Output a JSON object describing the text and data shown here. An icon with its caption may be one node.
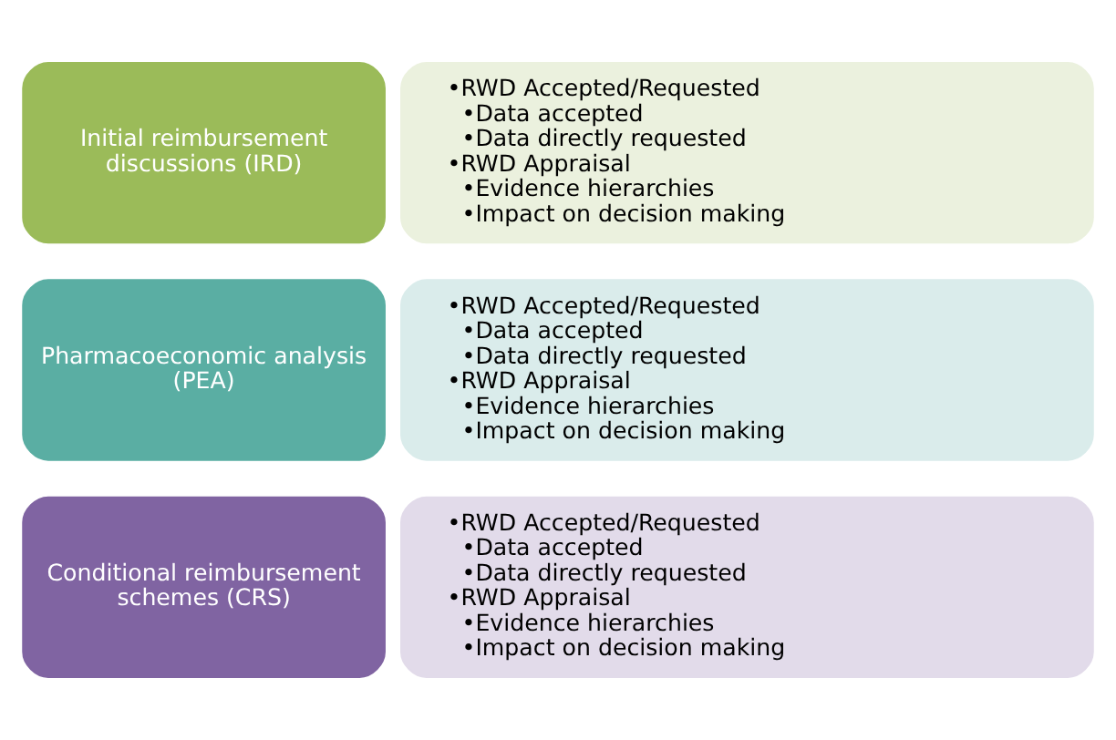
{
  "diagram": {
    "nodes": [
      {
        "text": [
          "Initial reimbursement discussions (IRD)"
        ]
      },
      {
        "text": [
          "•RWD Accepted/Requested",
          "•Data accepted",
          "•Data directly requested",
          "•RWD Appraisal",
          "•Evidence hierarchies",
          "•Impact on decision making"
        ]
      },
      {
        "text": [
          "Pharmacoeconomic analysis (PEA)"
        ]
      },
      {
        "text": [
          "•RWD Accepted/Requested",
          "•Data accepted",
          "•Data directly requested",
          "•RWD Appraisal",
          "•Evidence hierarchies",
          "•Impact on decision making"
        ]
      },
      {
        "text": [
          "Conditional reimbursement schemes (CRS)"
        ]
      },
      {
        "text": [
          "•RWD Accepted/Requested",
          "•Data accepted",
          "•Data directly requested",
          "•RWD Appraisal",
          "•Evidence hierarchies",
          "•Impact on decision making"
        ]
      }
    ],
    "edges": []
  }
}
